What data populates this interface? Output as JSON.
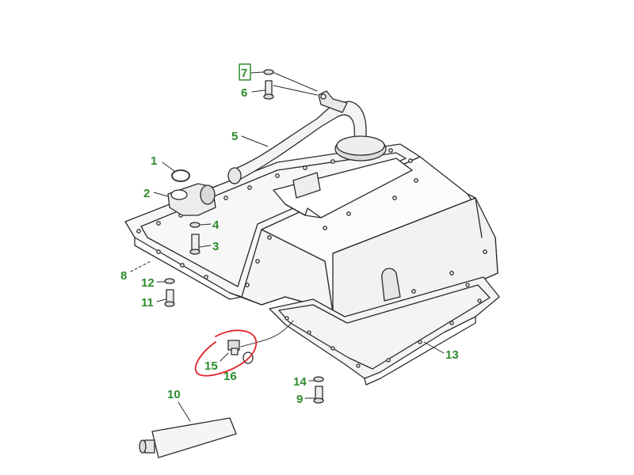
{
  "colors": {
    "label": "#2e8b2e",
    "line": "#2b2b2b",
    "shade": "#d9d9d9",
    "highlight_circle": "#e0242a",
    "highlight_box": "#2e8b2e"
  },
  "callouts": [
    {
      "id": "1",
      "text": "1"
    },
    {
      "id": "2",
      "text": "2"
    },
    {
      "id": "3",
      "text": "3"
    },
    {
      "id": "4",
      "text": "4"
    },
    {
      "id": "5",
      "text": "5"
    },
    {
      "id": "6",
      "text": "6"
    },
    {
      "id": "7",
      "text": "7"
    },
    {
      "id": "8",
      "text": "8"
    },
    {
      "id": "9",
      "text": "9"
    },
    {
      "id": "10",
      "text": "10"
    },
    {
      "id": "11",
      "text": "11"
    },
    {
      "id": "12",
      "text": "12"
    },
    {
      "id": "13",
      "text": "13"
    },
    {
      "id": "14",
      "text": "14"
    },
    {
      "id": "15",
      "text": "15"
    },
    {
      "id": "16",
      "text": "16"
    }
  ],
  "highlight": {
    "boxed_callout": "7",
    "circled_callouts": [
      "15",
      "16"
    ]
  }
}
